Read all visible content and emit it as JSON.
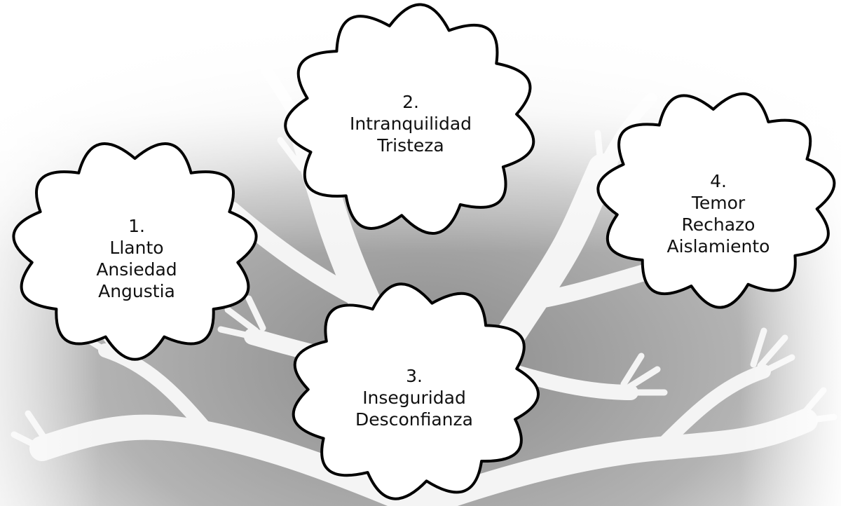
{
  "clouds": [
    {
      "number": "1.",
      "lines": [
        "Llanto",
        "Ansiedad",
        "Angustia"
      ]
    },
    {
      "number": "2.",
      "lines": [
        "Intranquilidad",
        "Tristeza"
      ]
    },
    {
      "number": "3.",
      "lines": [
        "Inseguridad",
        "Desconfianza"
      ]
    },
    {
      "number": "4.",
      "lines": [
        "Temor",
        "Rechazo",
        "Aislamiento"
      ]
    }
  ],
  "colors": {
    "cloud_fill": "#ffffff",
    "cloud_stroke": "#000000",
    "text": "#111111",
    "background_tone": "#9a9a9a"
  }
}
